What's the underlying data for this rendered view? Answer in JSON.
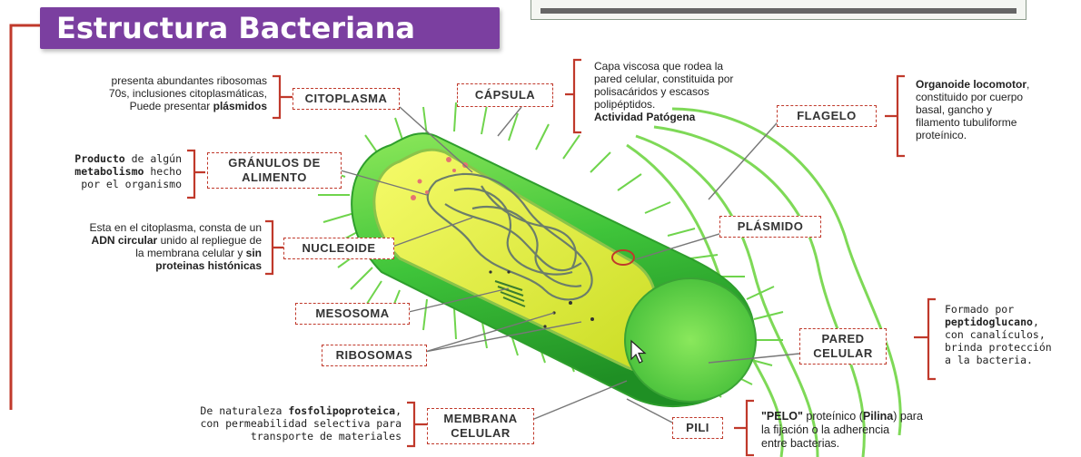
{
  "title": "Estructura Bacteriana",
  "labels": {
    "citoplasma": "CITOPLASMA",
    "capsula": "CÁPSULA",
    "flagelo": "FLAGELO",
    "granulos_1": "GRÁNULOS DE",
    "granulos_2": "ALIMENTO",
    "plasmido": "PLÁSMIDO",
    "nucleoide": "NUCLEOIDE",
    "mesosoma": "MESOSOMA",
    "ribosomas": "RIBOSOMAS",
    "pared_1": "PARED",
    "pared_2": "CELULAR",
    "membrana_1": "MEMBRANA",
    "membrana_2": "CELULAR",
    "pili": "PILI"
  },
  "desc": {
    "citoplasma": {
      "l1": "presenta abundantes ribosomas",
      "l2": "70s, inclusiones citoplasmáticas,",
      "l3a": "Puede presentar ",
      "l3b": "plásmidos"
    },
    "capsula": {
      "l1": "Capa viscosa que rodea la",
      "l2": "pared celular, constituida por",
      "l3": "polisacáridos y escasos",
      "l4": "polipéptidos.",
      "l5": "Actividad Patógena"
    },
    "flagelo": {
      "l1a": "Organoide locomotor",
      "l1b": ",",
      "l2": "constituido por cuerpo",
      "l3": "basal, gancho y",
      "l4": "filamento tubuliforme",
      "l5": "proteínico."
    },
    "granulos": {
      "l1a": "Producto",
      "l1b": " de algún",
      "l2a": "metabolismo",
      "l2b": " hecho",
      "l3": "por el organismo"
    },
    "nucleoide": {
      "l1": "Esta en el citoplasma, consta de un",
      "l2a": "ADN circular",
      "l2b": " unido al repliegue de",
      "l3a": "la membrana celular y ",
      "l3b": "sin",
      "l4": "proteinas histónicas"
    },
    "pared": {
      "l1": "Formado por",
      "l2a": "peptidoglucano",
      "l2b": ",",
      "l3": "con canalículos,",
      "l4": "brinda protección",
      "l5": "a la bacteria."
    },
    "membrana": {
      "l1a": "De naturaleza ",
      "l1b": "fosfolipoproteica",
      "l1c": ",",
      "l2": "con permeabilidad selectiva para",
      "l3": "transporte de materiales"
    },
    "pili": {
      "l1a": "\"PELO\"",
      "l1b": " proteínico (",
      "l1c": "Pilina",
      "l1d": ") para",
      "l2": "la fijación o la adherencia",
      "l3": "entre bacterias."
    }
  },
  "colors": {
    "title_bg": "#7b3fa0",
    "label_border": "#c0392b",
    "bacteria_green": "#3fc43a",
    "cytoplasm_yellow": "#e9f23a"
  }
}
